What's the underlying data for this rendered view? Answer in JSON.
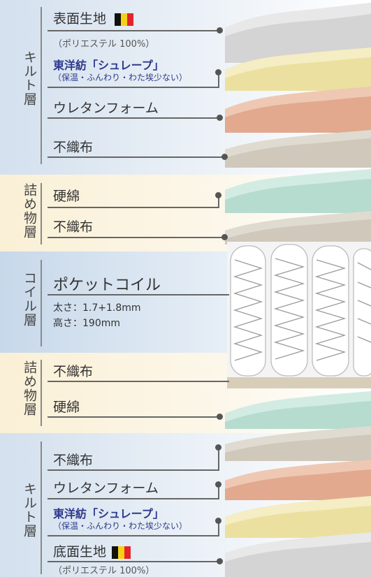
{
  "sections": [
    {
      "id": "quilt-top",
      "label": "キルト層",
      "color": "#dbe6f1"
    },
    {
      "id": "filling-top",
      "label": "詰め物層",
      "color": "#fbf3dc"
    },
    {
      "id": "coil",
      "label": "コイル層",
      "color": "#cfdded"
    },
    {
      "id": "filling-bottom",
      "label": "詰め物層",
      "color": "#fbf3dc"
    },
    {
      "id": "quilt-bottom",
      "label": "キルト層",
      "color": "#dbe6f1"
    }
  ],
  "layers": {
    "top_fabric": {
      "name": "表面生地",
      "detail": "（ポリエステル 100%）"
    },
    "top_toyobo": {
      "name": "東洋紡「シュレープ」",
      "detail": "（保温・ふんわり・わた埃少ない）"
    },
    "top_urethane": {
      "name": "ウレタンフォーム"
    },
    "top_nonwoven": {
      "name": "不織布"
    },
    "fill_top_cotton": {
      "name": "硬綿"
    },
    "fill_top_nonwoven": {
      "name": "不織布"
    },
    "coil": {
      "name": "ポケットコイル",
      "thickness": "太さ：1.7+1.8mm",
      "height": "高さ：190mm"
    },
    "fill_bottom_nonwoven": {
      "name": "不織布"
    },
    "fill_bottom_cotton": {
      "name": "硬綿"
    },
    "bottom_nonwoven": {
      "name": "不織布"
    },
    "bottom_urethane": {
      "name": "ウレタンフォーム"
    },
    "bottom_toyobo": {
      "name": "東洋紡「シュレープ」",
      "detail": "（保温・ふんわり・わた埃少ない）"
    },
    "bottom_fabric": {
      "name": "底面生地",
      "detail": "（ポリエステル 100%）"
    }
  },
  "colors": {
    "fabric": "#d9d9d9",
    "toyobo": "#efe3a6",
    "urethane": "#e6b39a",
    "nonwoven": "#d3ccc0",
    "cotton": "#bfe1d6",
    "belgium_black": "#111111",
    "belgium_yellow": "#f7d117",
    "belgium_red": "#e3242b"
  },
  "icons": {
    "flag": "belgium-flag-icon"
  }
}
